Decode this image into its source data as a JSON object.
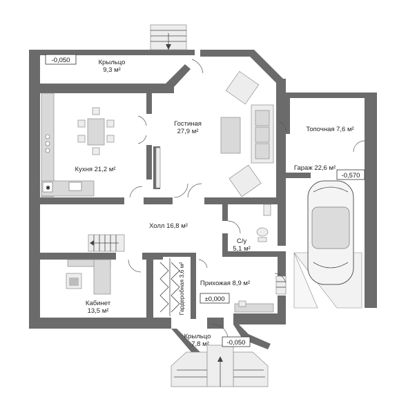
{
  "rooms": {
    "porch_top": {
      "name": "Крыльцо",
      "area": "9,3 м²"
    },
    "kitchen": {
      "name": "Кухня 21,2 м²"
    },
    "living": {
      "name": "Гостиная",
      "area": "27,9 м²"
    },
    "boiler": {
      "name": "Топочная 7,6 м²"
    },
    "garage": {
      "name": "Гараж 22,6 м²"
    },
    "hall": {
      "name": "Холл 16,8 м²"
    },
    "wc": {
      "name": "С/у",
      "area": "5,1 м²"
    },
    "study": {
      "name": "Кабинет",
      "area": "13,5 м²"
    },
    "wardrobe": {
      "name": "Гардеробная 3,6 м²"
    },
    "entry": {
      "name": "Прихожая 8,9 м²"
    },
    "porch_bottom": {
      "name": "Крыльцо",
      "area": "7,8 м²"
    }
  },
  "levels": {
    "porch_top": "-0,050",
    "garage": "-0,570",
    "entry": "±0,000",
    "porch_bottom": "-0,050"
  },
  "colors": {
    "wall": "#6b6b6b",
    "furniture": "#d9d9d9"
  }
}
